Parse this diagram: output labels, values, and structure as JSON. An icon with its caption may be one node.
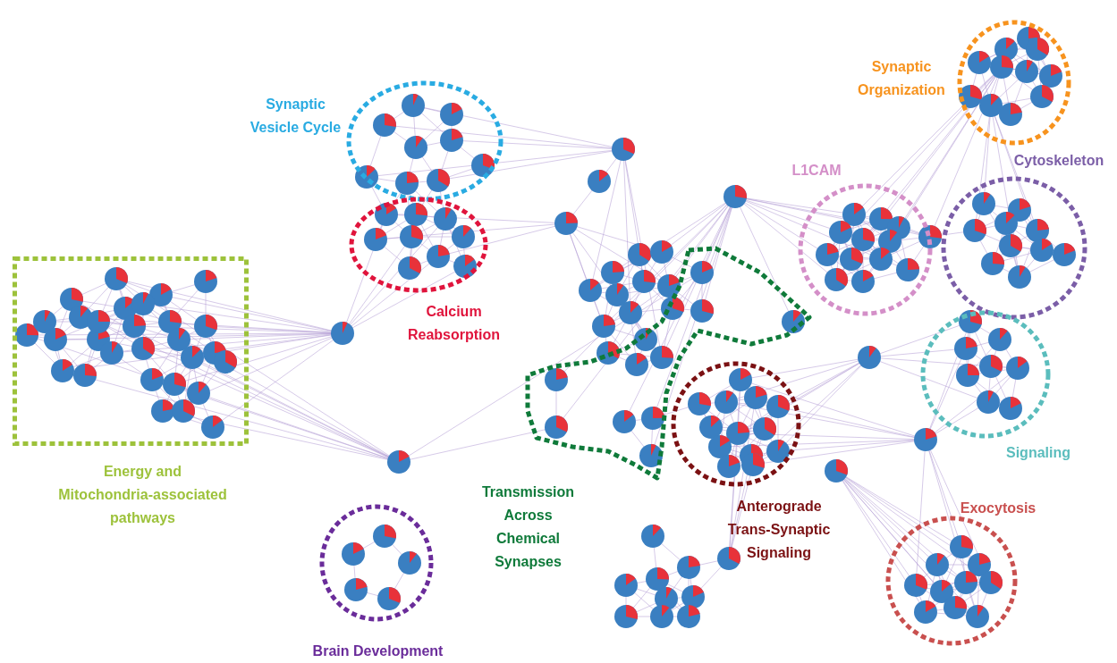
{
  "diagram": {
    "nodes": [
      {
        "text": [
          "Synaptic Vesicle Cycle"
        ]
      },
      {
        "text": [
          "Calcium Reabsorption"
        ]
      },
      {
        "text": [
          "Energy and Mitochondria-associated pathways"
        ]
      },
      {
        "text": [
          "Brain Development"
        ]
      },
      {
        "text": [
          "Transmission Across Chemical Synapses"
        ]
      },
      {
        "text": [
          "Anterograde Trans-Synaptic Signaling"
        ]
      },
      {
        "text": [
          "Synaptic Organization"
        ]
      },
      {
        "text": [
          "L1CAM"
        ]
      },
      {
        "text": [
          "Cytoskeleton"
        ]
      },
      {
        "text": [
          "Signaling"
        ]
      },
      {
        "text": [
          "Exocytosis"
        ]
      }
    ]
  }
}
